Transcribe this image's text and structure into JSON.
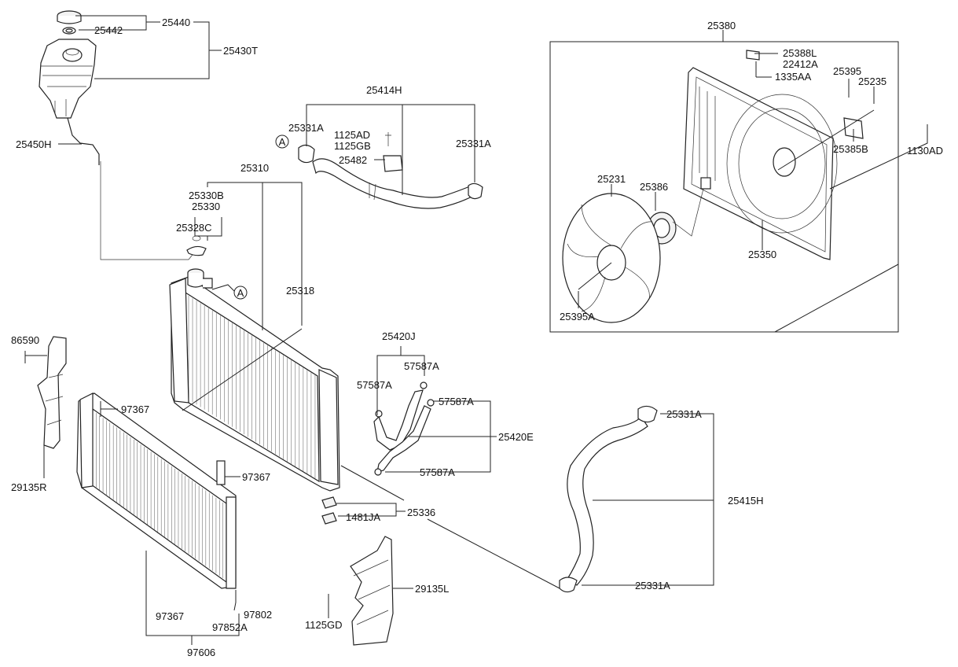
{
  "labels": {
    "p25440": "25440",
    "p25442": "25442",
    "p25430T": "25430T",
    "p25450H": "25450H",
    "p25414H": "25414H",
    "p25331A_1": "25331A",
    "p25331A_2": "25331A",
    "p25331A_3": "25331A",
    "p25331A_4": "25331A",
    "p1125AD": "1125AD",
    "p1125GB": "1125GB",
    "p25482": "25482",
    "p25310": "25310",
    "p25330B": "25330B",
    "p25330": "25330",
    "p25328C": "25328C",
    "p25318": "25318",
    "p86590": "86590",
    "p29135R": "29135R",
    "p97367_1": "97367",
    "p97367_2": "97367",
    "p97367_3": "97367",
    "p97802": "97802",
    "p97852A": "97852A",
    "p97606": "97606",
    "p25420J": "25420J",
    "p57587A_1": "57587A",
    "p57587A_2": "57587A",
    "p57587A_3": "57587A",
    "p57587A_4": "57587A",
    "p25420E": "25420E",
    "p25336": "25336",
    "p1481JA": "1481JA",
    "p29135L": "29135L",
    "p1125GD": "1125GD",
    "p25415H": "25415H",
    "p25380": "25380",
    "p25388L": "25388L",
    "p22412A": "22412A",
    "p1335AA": "1335AA",
    "p25395": "25395",
    "p25235": "25235",
    "p25385B": "25385B",
    "p1130AD": "1130AD",
    "p25231": "25231",
    "p25386": "25386",
    "p25350": "25350",
    "p25395A": "25395A"
  },
  "callouts": {
    "circleA_1": "A",
    "circleA_2": "A"
  }
}
